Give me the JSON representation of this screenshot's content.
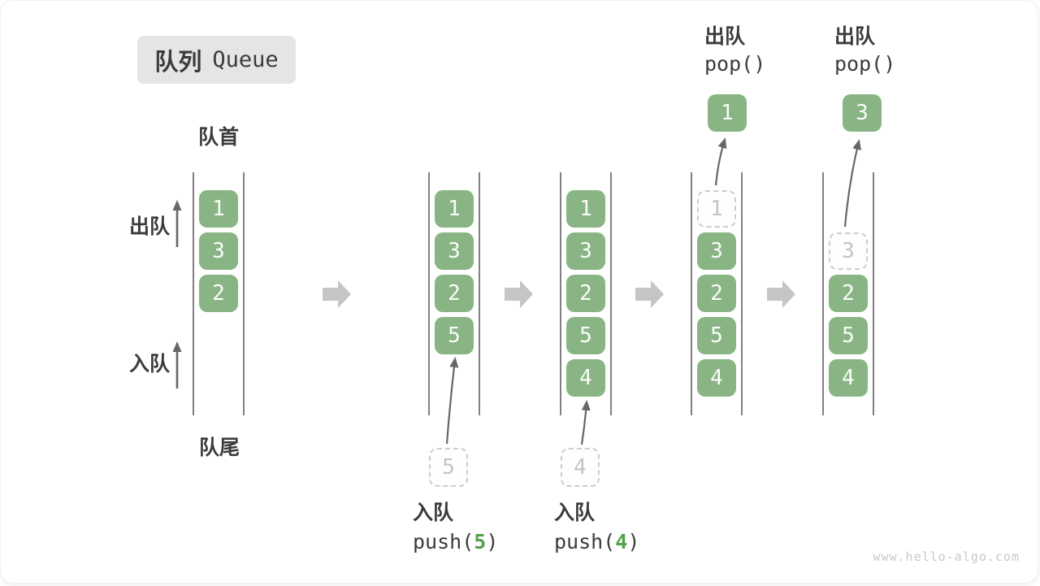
{
  "title": {
    "zh": "队列",
    "en": "Queue"
  },
  "side_labels": {
    "front": "队首",
    "rear": "队尾",
    "dequeue": "出队",
    "enqueue": "入队"
  },
  "watermark": "www.hello-algo.com",
  "colors": {
    "cell_green": "#88b583",
    "cell_text": "#fbfbfb",
    "ghost_border": "#cdcdcd",
    "ghost_text": "#c4c4c4",
    "dark_text": "#3b3b3b",
    "code_accent": "#55a14d",
    "title_bg": "#e5e5e5",
    "block_arrow": "#c5c5c5",
    "thin_arrow": "#676767",
    "queue_line": "#4b4b4b",
    "watermark_gray": "#c8c8c8"
  },
  "states": [
    {
      "cells": [
        {
          "value": "1"
        },
        {
          "value": "3"
        },
        {
          "value": "2"
        }
      ]
    },
    {
      "cells": [
        {
          "value": "1"
        },
        {
          "value": "3"
        },
        {
          "value": "2"
        },
        {
          "value": "5"
        }
      ],
      "enqueue": {
        "label": "入队",
        "fn": "push",
        "arg": "5",
        "ghost_value": "5"
      }
    },
    {
      "cells": [
        {
          "value": "1"
        },
        {
          "value": "3"
        },
        {
          "value": "2"
        },
        {
          "value": "5"
        },
        {
          "value": "4"
        }
      ],
      "enqueue": {
        "label": "入队",
        "fn": "push",
        "arg": "4",
        "ghost_value": "4"
      }
    },
    {
      "cells": [
        {
          "value": "1",
          "ghost": true
        },
        {
          "value": "3"
        },
        {
          "value": "2"
        },
        {
          "value": "5"
        },
        {
          "value": "4"
        }
      ],
      "dequeue": {
        "label": "出队",
        "fn": "pop()",
        "value": "1"
      }
    },
    {
      "slot_offset": 1,
      "cells": [
        {
          "value": "3",
          "ghost": true
        },
        {
          "value": "2"
        },
        {
          "value": "5"
        },
        {
          "value": "4"
        }
      ],
      "dequeue": {
        "label": "出队",
        "fn": "pop()",
        "value": "3"
      }
    }
  ]
}
